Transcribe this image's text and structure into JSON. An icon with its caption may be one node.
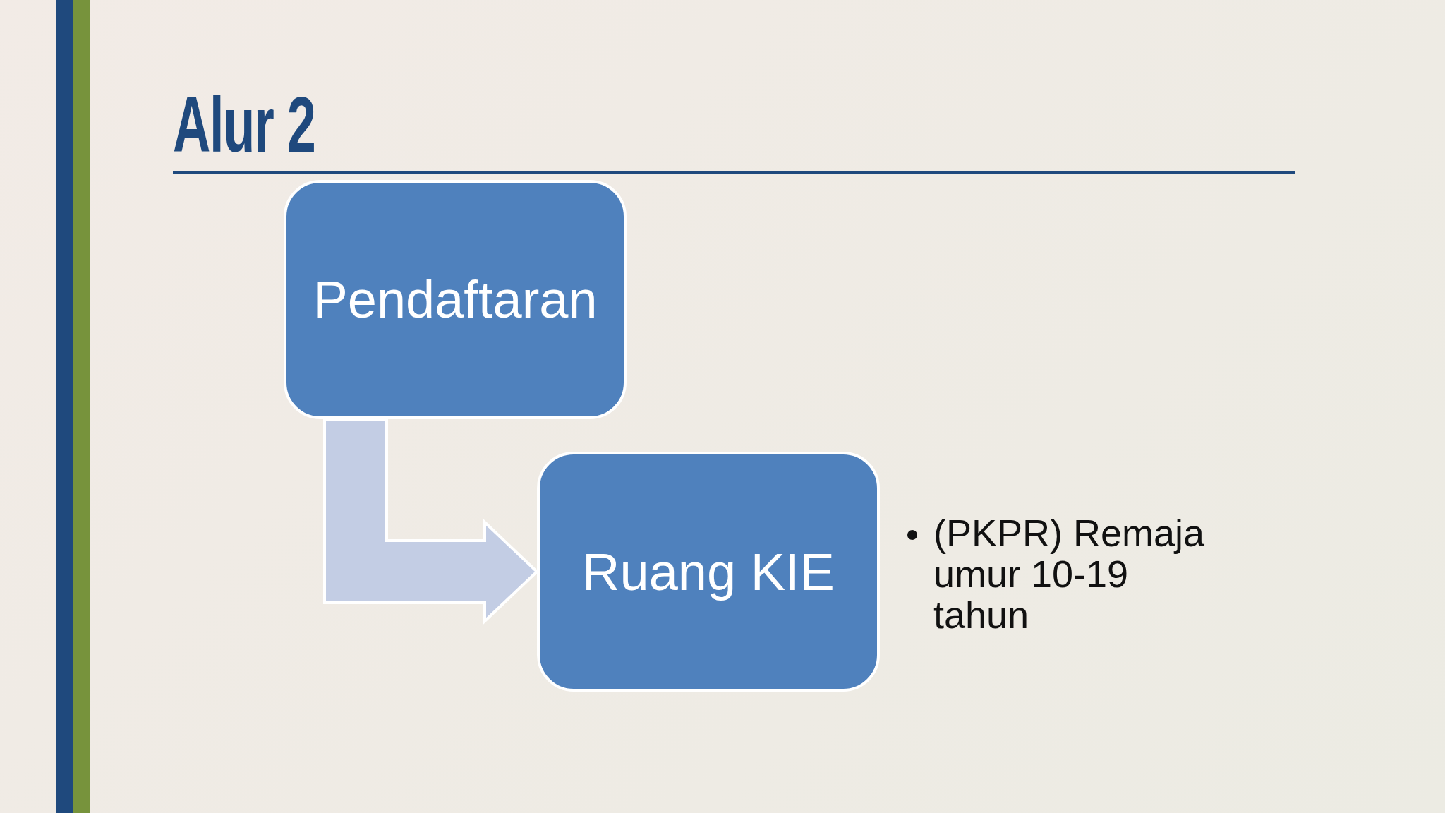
{
  "diagram": {
    "title": "Alur 2",
    "nodes": [
      {
        "text": [
          "Pendaftaran"
        ]
      },
      {
        "text": [
          "Ruang KIE"
        ],
        "beside": [
          "(PKPR) Remaja umur 10-19 tahun"
        ]
      }
    ],
    "edges": [
      {
        "from": 0,
        "to": 1,
        "arrow": "to",
        "style": "thick"
      }
    ]
  }
}
